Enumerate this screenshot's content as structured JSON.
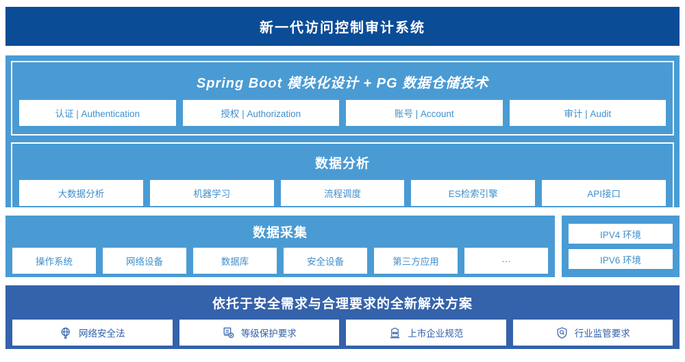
{
  "header": {
    "title": "新一代访问控制审计系统",
    "bg_color": "#0b4c97"
  },
  "colors": {
    "panel_blue": "#4a9bd4",
    "deep_blue": "#3462ab",
    "chip_text": "#3f8fcc",
    "bottom_chip_text": "#2f5fa8",
    "chip_bg": "#ffffff"
  },
  "application_layer": {
    "title": "Spring Boot 模块化设计 + PG 数据仓储技术",
    "items": [
      {
        "label": "认证 | Authentication"
      },
      {
        "label": "授权 | Authorization"
      },
      {
        "label": "账号 | Account"
      },
      {
        "label": "审计 | Audit"
      }
    ]
  },
  "analysis_layer": {
    "title": "数据分析",
    "items": [
      {
        "label": "大数据分析"
      },
      {
        "label": "机器学习"
      },
      {
        "label": "流程调度"
      },
      {
        "label": "ES检索引擎"
      },
      {
        "label": "API接口"
      }
    ]
  },
  "collection_layer": {
    "title": "数据采集",
    "items": [
      {
        "label": "操作系统"
      },
      {
        "label": "网络设备"
      },
      {
        "label": "数据库"
      },
      {
        "label": "安全设备"
      },
      {
        "label": "第三方应用"
      },
      {
        "label": "···"
      }
    ]
  },
  "environment_panel": {
    "items": [
      {
        "label": "IPV4 环境"
      },
      {
        "label": "IPV6 环境"
      }
    ]
  },
  "compliance_layer": {
    "title": "依托于安全需求与合理要求的全新解决方案",
    "items": [
      {
        "label": "网络安全法",
        "icon": "globe-network-icon"
      },
      {
        "label": "等级保护要求",
        "icon": "document-check-icon"
      },
      {
        "label": "上市企业规范",
        "icon": "bank-building-icon"
      },
      {
        "label": "行业监管要求",
        "icon": "shield-search-icon"
      }
    ]
  }
}
